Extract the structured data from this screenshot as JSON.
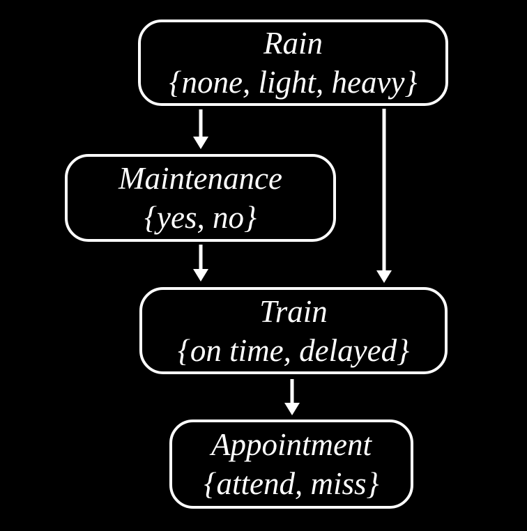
{
  "diagram": {
    "type": "bayesian-network",
    "background_color": "#000000",
    "stroke_color": "#ffffff"
  },
  "nodes": [
    {
      "id": "rain",
      "name": "Rain",
      "states_label": "{none, light, heavy}",
      "states": [
        "none",
        "light",
        "heavy"
      ]
    },
    {
      "id": "maintenance",
      "name": "Maintenance",
      "states_label": "{yes, no}",
      "states": [
        "yes",
        "no"
      ]
    },
    {
      "id": "train",
      "name": "Train",
      "states_label": "{on time, delayed}",
      "states": [
        "on time",
        "delayed"
      ]
    },
    {
      "id": "appointment",
      "name": "Appointment",
      "states_label": "{attend, miss}",
      "states": [
        "attend",
        "miss"
      ]
    }
  ],
  "edges": [
    {
      "from": "rain",
      "to": "maintenance"
    },
    {
      "from": "rain",
      "to": "train"
    },
    {
      "from": "maintenance",
      "to": "train"
    },
    {
      "from": "train",
      "to": "appointment"
    }
  ]
}
